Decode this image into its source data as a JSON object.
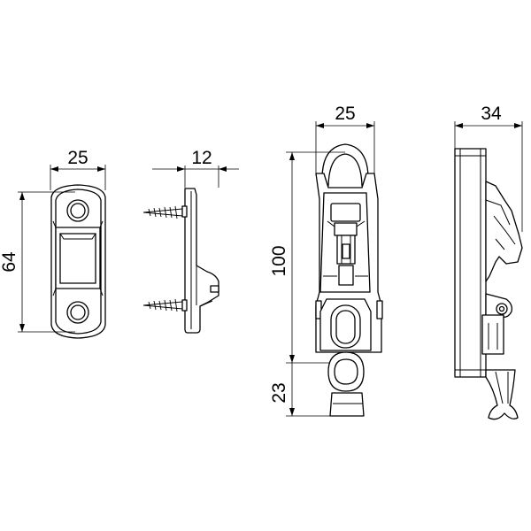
{
  "dimensions": {
    "strike_plate_width": "25",
    "strike_plate_height": "64",
    "side_profile_depth": "12",
    "latch_width": "25",
    "latch_height": "100",
    "latch_extension": "23",
    "latch_side_depth": "34"
  }
}
